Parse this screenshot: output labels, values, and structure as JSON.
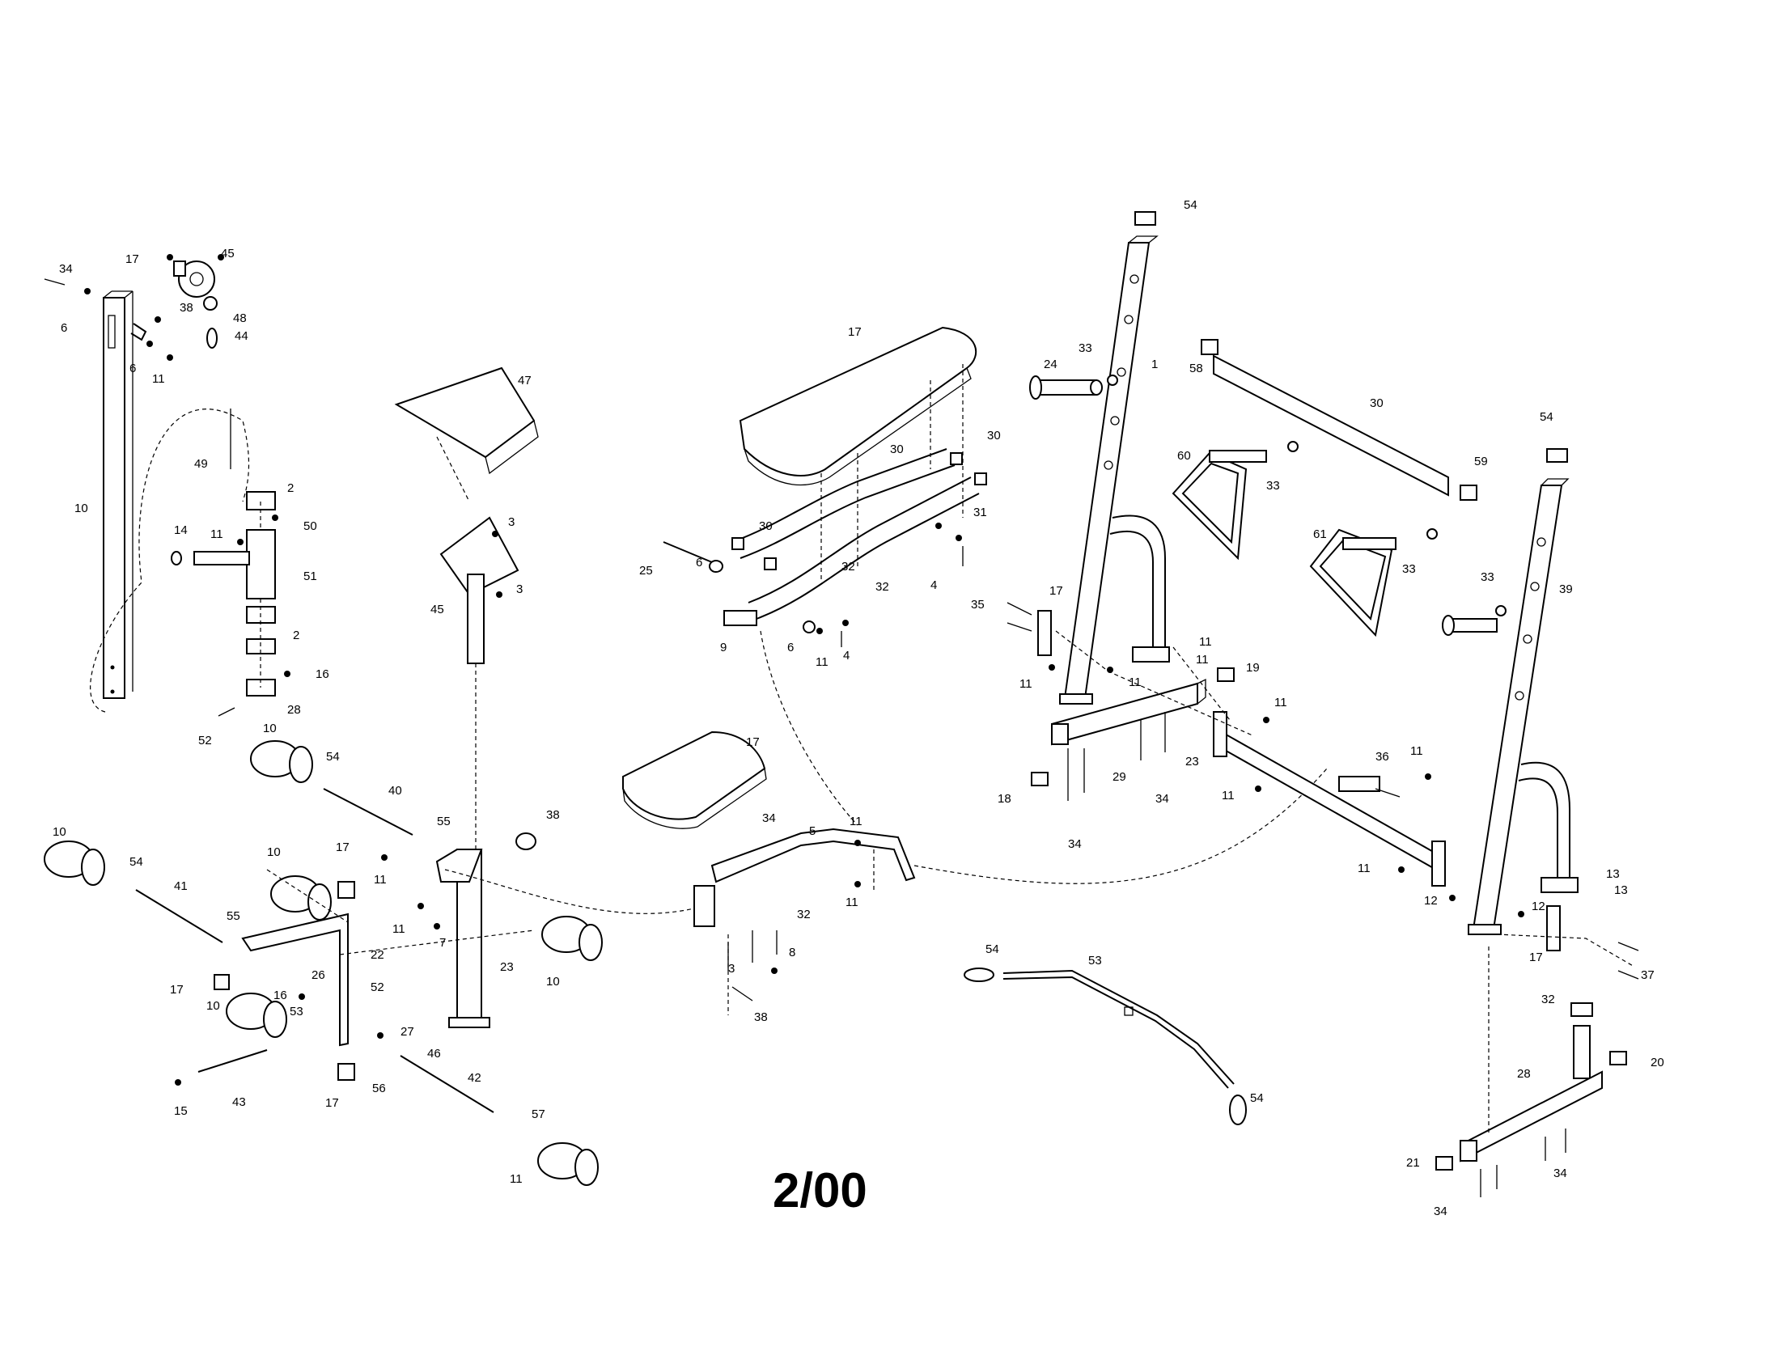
{
  "diagram": {
    "date_code": "2/00",
    "labels": [
      "1",
      "2",
      "2",
      "3",
      "3",
      "3",
      "4",
      "4",
      "5",
      "6",
      "6",
      "6",
      "6",
      "7",
      "8",
      "9",
      "10",
      "10",
      "10",
      "10",
      "10",
      "10",
      "11",
      "11",
      "11",
      "11",
      "11",
      "11",
      "11",
      "11",
      "11",
      "11",
      "11",
      "11",
      "11",
      "11",
      "11",
      "11",
      "12",
      "12",
      "13",
      "13",
      "14",
      "15",
      "16",
      "16",
      "17",
      "17",
      "17",
      "17",
      "17",
      "17",
      "17",
      "17",
      "18",
      "19",
      "20",
      "21",
      "22",
      "23",
      "23",
      "24",
      "25",
      "26",
      "27",
      "28",
      "28",
      "29",
      "30",
      "30",
      "30",
      "30",
      "31",
      "32",
      "32",
      "32",
      "32",
      "33",
      "33",
      "33",
      "33",
      "34",
      "34",
      "34",
      "34",
      "34",
      "34",
      "35",
      "36",
      "37",
      "38",
      "38",
      "38",
      "39",
      "40",
      "41",
      "42",
      "43",
      "44",
      "45",
      "45",
      "46",
      "47",
      "48",
      "49",
      "50",
      "51",
      "52",
      "52",
      "53",
      "53",
      "54",
      "54",
      "54",
      "54",
      "54",
      "54",
      "55",
      "55",
      "56",
      "57",
      "58",
      "59",
      "60",
      "61"
    ]
  }
}
